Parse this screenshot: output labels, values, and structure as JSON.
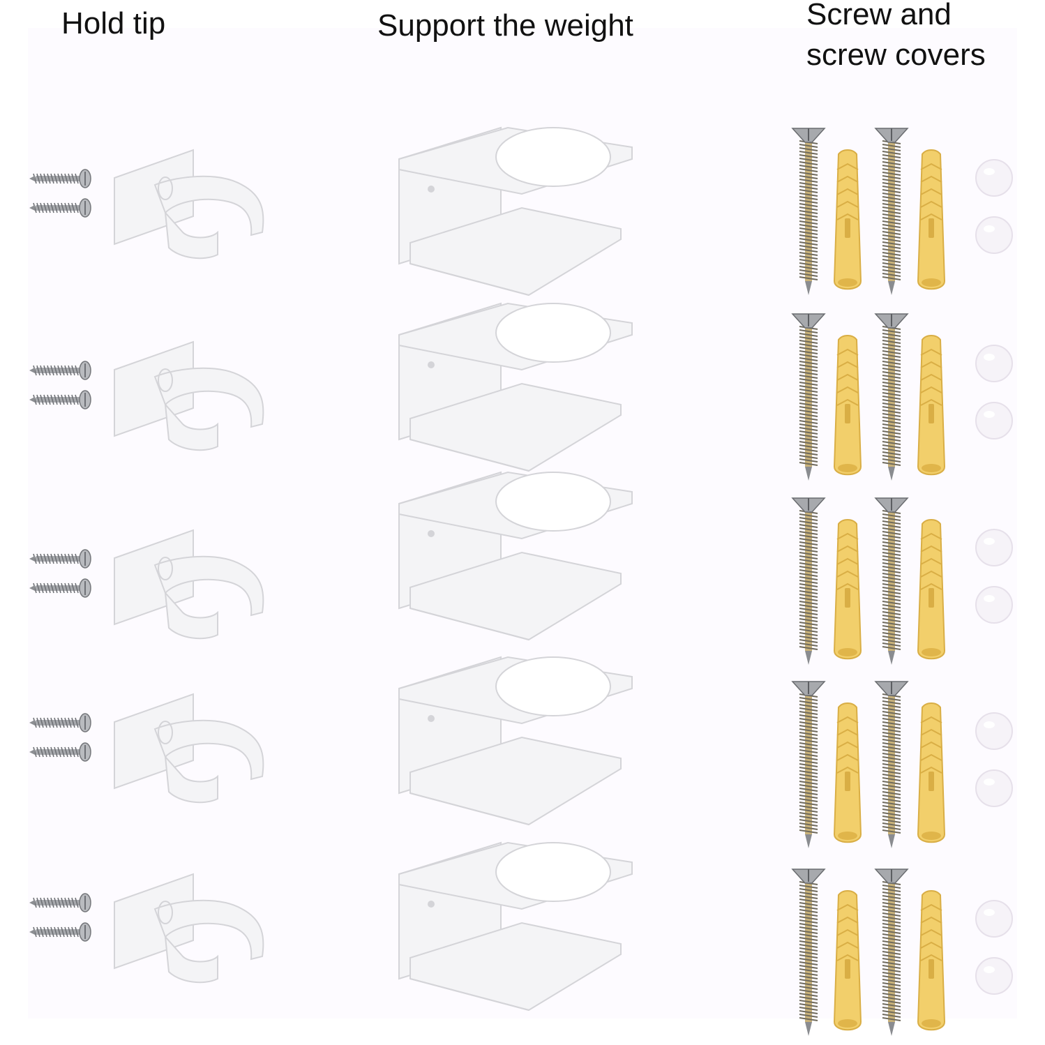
{
  "labels": {
    "hold_tip": "Hold tip",
    "support_weight": "Support the weight",
    "screw_line1": "Screw and",
    "screw_line2": "screw covers"
  },
  "sets": 5,
  "colors": {
    "acrylic_fill": "#f4f4f6",
    "acrylic_edge": "#d4d4d8",
    "screw_metal": "#a7a9ad",
    "screw_gold": "#c9b27a",
    "anchor_yellow": "#f2cf6b",
    "cover_white": "#f6f3f8"
  },
  "icons": {
    "small_screw": "small-screw-icon",
    "clip": "hold-tip-clip-icon",
    "holder": "weight-holder-icon",
    "wall_screw": "wall-screw-icon",
    "anchor": "wall-anchor-icon",
    "cover": "screw-cover-icon"
  }
}
